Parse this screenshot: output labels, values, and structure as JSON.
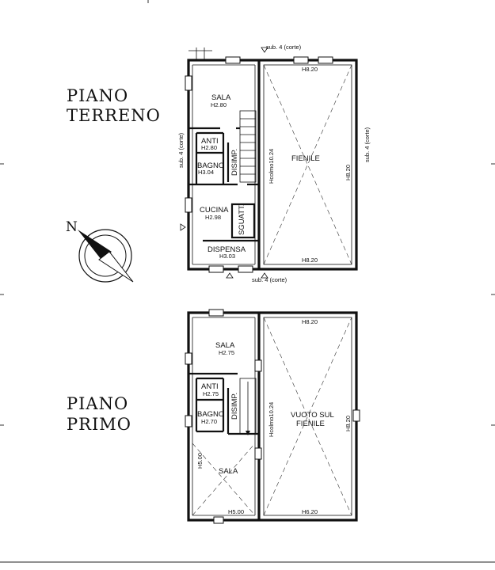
{
  "titles": {
    "ground": [
      "PIANO",
      "TERRENO"
    ],
    "first": [
      "PIANO",
      "PRIMO"
    ]
  },
  "compass": {
    "label": "N"
  },
  "ground_floor": {
    "sub_top": "sub. 4 (corte)",
    "sub_bottom": "sub. 4 (corte)",
    "sub_left": "sub. 4 (corte)",
    "sub_right": "sub. 4 (corte)",
    "rooms": {
      "sala": {
        "name": "SALA",
        "height": "H2.80"
      },
      "anti": {
        "name": "ANTI",
        "height": "H2.80"
      },
      "bagno": {
        "name": "BAGNO",
        "height": "H3.04"
      },
      "disimp": {
        "name": "DISIMP."
      },
      "cucina": {
        "name": "CUCINA",
        "height": "H2.98"
      },
      "sguatt": {
        "name": "SGUATT."
      },
      "dispensa": {
        "name": "DISPENSA",
        "height": "H3.03"
      },
      "fienile": {
        "name": "FIENILE"
      }
    },
    "h_top": "H8.20",
    "h_bottom": "H8.20",
    "h_right": "H8.20",
    "hcolmo": "Hcolmo10.24"
  },
  "first_floor": {
    "rooms": {
      "sala1": {
        "name": "SALA",
        "height": "H2.75"
      },
      "anti": {
        "name": "ANTI",
        "height": "H2.75"
      },
      "bagno": {
        "name": "BAGNO",
        "height": "H2.70"
      },
      "disimp": {
        "name": "DISIMP."
      },
      "sala2": {
        "name": "SALA"
      },
      "vuoto_1": "VUOTO SUL",
      "vuoto_2": "FIENILE"
    },
    "h_top": "H8.20",
    "h_bottom": "H6.20",
    "h_right": "H8.20",
    "h_sala_left": "H5.00",
    "h_sala_bottom": "H5.00",
    "hcolmo": "Hcolmo10.24"
  }
}
